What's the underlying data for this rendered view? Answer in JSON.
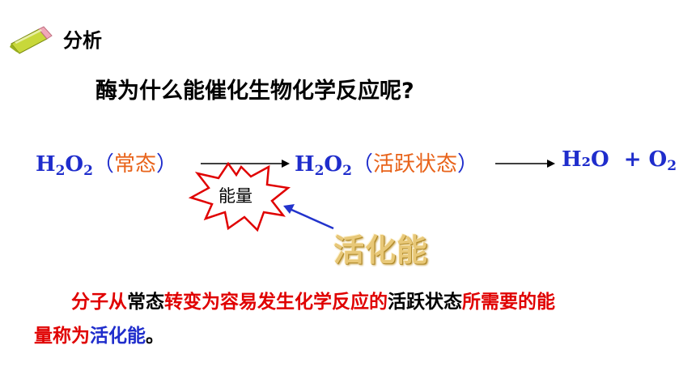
{
  "header": {
    "label": "分析",
    "icon": "pencil-icon"
  },
  "question": "酶为什么能催化生物化学反应呢?",
  "reaction": {
    "reactant": {
      "base": "H",
      "sub1": "2",
      "mid": "O",
      "sub2": "2",
      "open": "（",
      "state": "常态",
      "close": "）"
    },
    "intermediate": {
      "base": "H",
      "sub1": "2",
      "mid": "O",
      "sub2": "2",
      "open": "（",
      "state": "活跃状态",
      "close": "）"
    },
    "product1": "H₂O",
    "plus": "+ O",
    "plus_sub": "2",
    "energy_label": "能量",
    "activation_label": "活化能"
  },
  "definition": {
    "part1": "分子从",
    "part2": "常态",
    "part3": "转变为容易发生化学反应的",
    "part4": "活跃状态",
    "part5": "所需要的能",
    "line2_part1": "量称为",
    "line2_part2": "活化能",
    "line2_part3": "。"
  },
  "colors": {
    "blue": "#1f2dcc",
    "orange": "#e8631a",
    "red": "#e00000",
    "starburst": "#e00000"
  }
}
